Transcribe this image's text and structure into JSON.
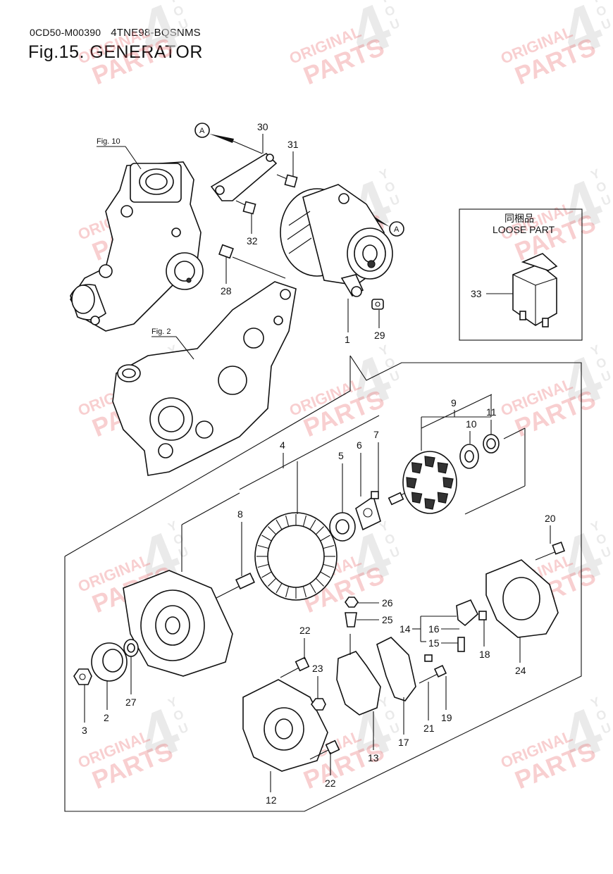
{
  "header": {
    "code": "0CD50-M00390",
    "model": "4TNE98-BQSNMS",
    "title": "Fig.15.  GENERATOR"
  },
  "references": {
    "fig10": "Fig. 10",
    "fig2": "Fig. 2",
    "arrow_a": "A"
  },
  "loose_part": {
    "title_jp": "同梱品",
    "title_en": "LOOSE PART",
    "item": "33"
  },
  "callouts": [
    "1",
    "2",
    "3",
    "4",
    "5",
    "6",
    "7",
    "8",
    "9",
    "10",
    "11",
    "12",
    "13",
    "14",
    "15",
    "16",
    "17",
    "18",
    "19",
    "20",
    "21",
    "22",
    "22",
    "23",
    "24",
    "25",
    "26",
    "27",
    "28",
    "29",
    "30",
    "31",
    "32"
  ],
  "watermark": {
    "line1": "ORIGINAL",
    "line2": "PARTS",
    "mark": "4",
    "small": [
      "Y",
      "O",
      "U"
    ],
    "color": "#e8555a"
  }
}
